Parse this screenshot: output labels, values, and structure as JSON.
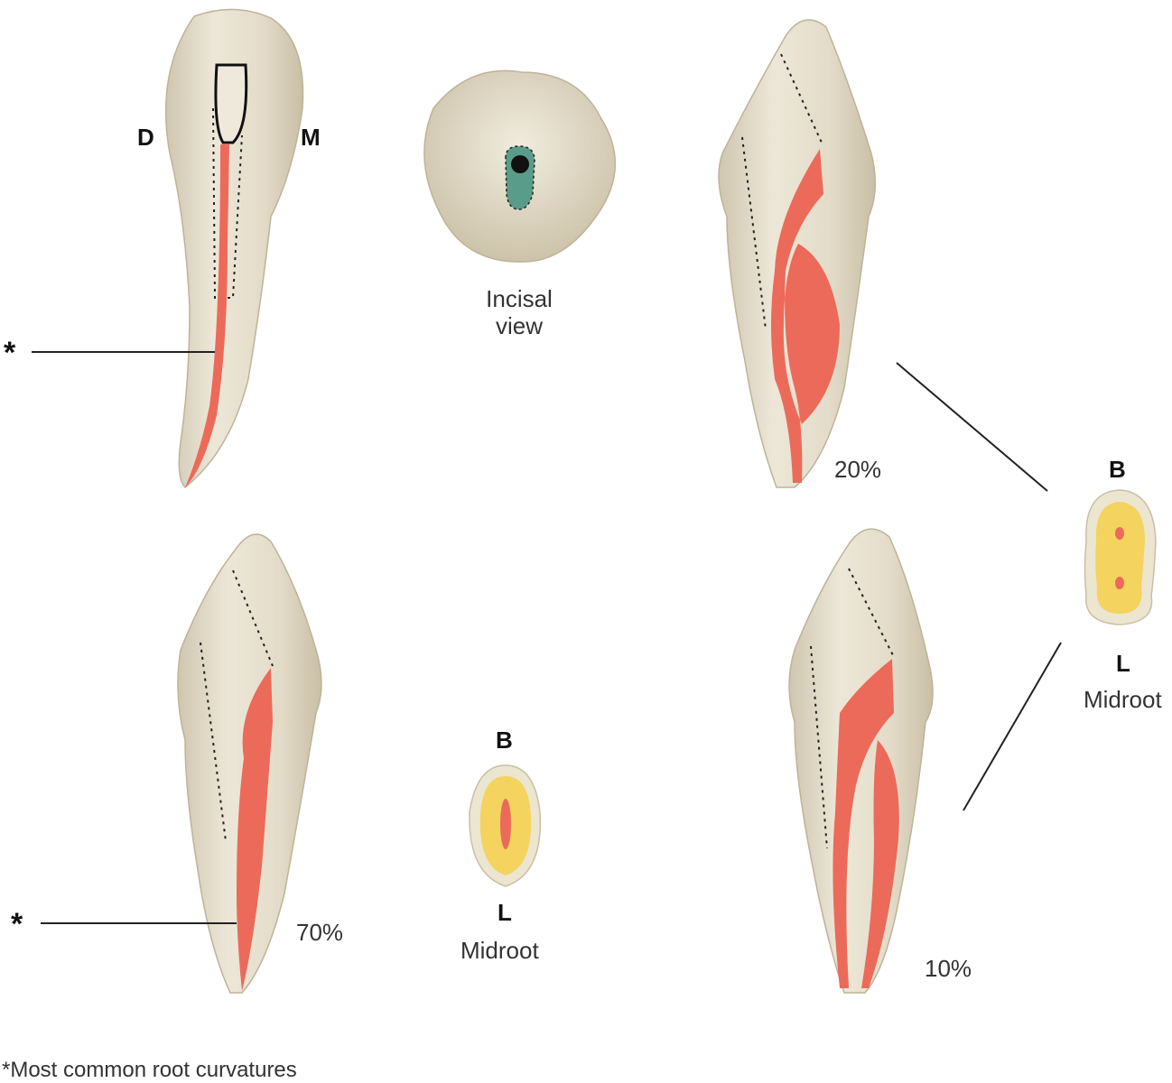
{
  "labels": {
    "d": "D",
    "m": "M",
    "incisal_view": "Incisal view",
    "asterisk": "*",
    "pct_20": "20%",
    "pct_70": "70%",
    "pct_10": "10%",
    "b": "B",
    "l": "L",
    "midroot": "Midroot",
    "footnote": "*Most common root curvatures"
  },
  "colors": {
    "enamel": "#e9e3d3",
    "enamel_shade": "#cfc6af",
    "pulp": "#ec6a5a",
    "cross_section_fill": "#f4d35e",
    "cross_section_rim": "#ece5d0",
    "access_cavity": "#5a9c8a"
  },
  "views": [
    {
      "name": "facial view",
      "percent": null
    },
    {
      "name": "incisal view",
      "percent": null
    },
    {
      "name": "two canals joined apically",
      "percent": "20%"
    },
    {
      "name": "single canal",
      "percent": "70%"
    },
    {
      "name": "two separate canals",
      "percent": "10%"
    }
  ]
}
